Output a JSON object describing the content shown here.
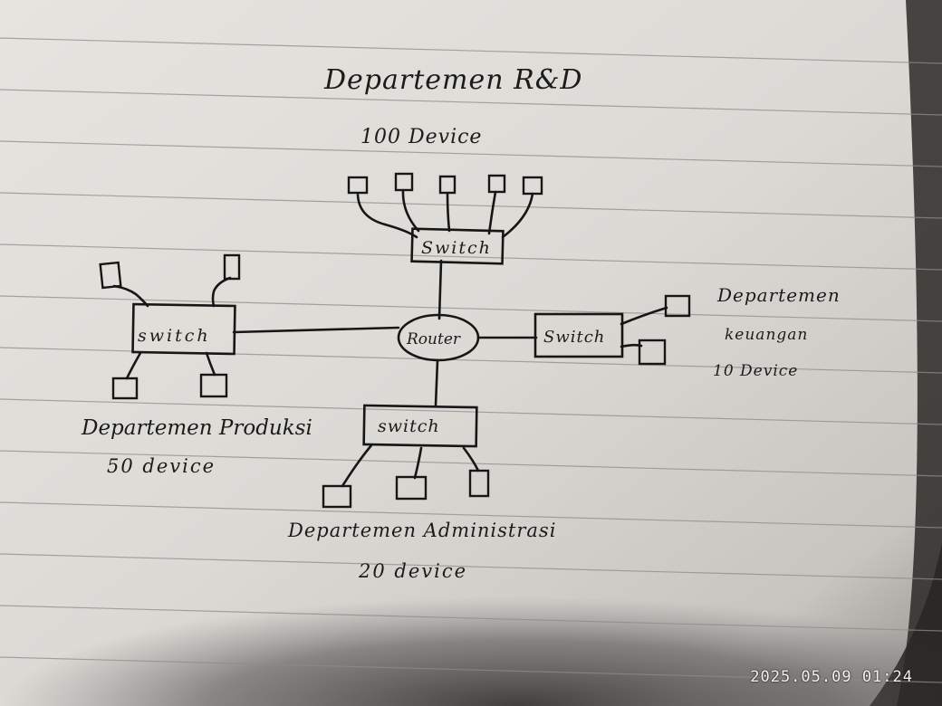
{
  "diagram": {
    "core": {
      "label": "Router"
    },
    "switch_label_top": "Switch",
    "switch_label_left": "switch",
    "switch_label_right": "Switch",
    "switch_label_bottom": "switch",
    "departments": {
      "rnd": {
        "name": "Departemen R&D",
        "devices": "100 Device"
      },
      "keuangan": {
        "name_line1": "Departemen",
        "name_line2": "keuangan",
        "devices": "10 Device"
      },
      "produksi": {
        "name": "Departemen Produksi",
        "devices": "50 device"
      },
      "administrasi": {
        "name": "Departemen Administrasi",
        "devices": "20 device"
      }
    }
  },
  "photo": {
    "timestamp": "2025.05.09 01:24"
  }
}
